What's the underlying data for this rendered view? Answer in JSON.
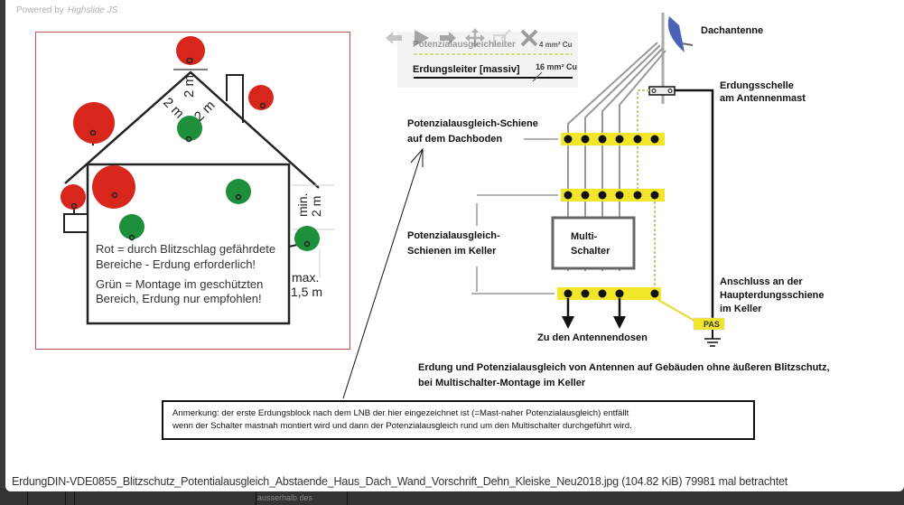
{
  "viewer": {
    "powered_by_prefix": "Powered by",
    "powered_by_brand": "Highslide JS",
    "controls": [
      {
        "name": "previous",
        "icon": "arrow-left-icon"
      },
      {
        "name": "play",
        "icon": "play-icon"
      },
      {
        "name": "next",
        "icon": "arrow-right-icon"
      },
      {
        "name": "move",
        "icon": "move-icon"
      },
      {
        "name": "full-size",
        "icon": "expand-icon"
      },
      {
        "name": "close",
        "icon": "close-icon"
      }
    ],
    "caption": "ErdungDIN-VDE0855_Blitzschutz_Potentialausgleich_Abstaende_Haus_Dach_Wand_Vorschrift_Dehn_Kleiske_Neu2018.jpg (104.82 KiB) 79981 mal betrachtet",
    "background_text": "ausserhalb des"
  },
  "house_diagram": {
    "dist_ridge": "2 m",
    "dist_left_roof": "2 m",
    "dist_right_roof": "2 m",
    "min_label_1": "min.",
    "min_label_2": "2 m",
    "max_label_1": "max.",
    "max_label_2": "1,5 m",
    "legend_red_1": "Rot = durch Blitzschlag gefährdete",
    "legend_red_2": "Bereiche - Erdung erforderlich!",
    "legend_green_1": "Grün = Montage im geschützten",
    "legend_green_2": "Bereich, Erdung nur empfohlen!",
    "colors": {
      "red": "#d9261c",
      "green": "#1e8f3a",
      "frame": "#c0504d"
    }
  },
  "wiring_diagram": {
    "legend_potential": "Potenzialausgleichleiter",
    "legend_potential_size": "4 mm² Cu",
    "legend_ground": "Erdungsleiter [massiv]",
    "legend_ground_size": "16 mm² Cu",
    "antenna": "Dachantenne",
    "clamp_1": "Erdungsschelle",
    "clamp_2": "am Antennenmast",
    "rail_roof_1": "Potenzialausgleich-Schiene",
    "rail_roof_2": "auf dem Dachboden",
    "rail_cellar_1": "Potenzialausgleich-",
    "rail_cellar_2": "Schienen im Keller",
    "multiswitch_1": "Multi-",
    "multiswitch_2": "Schalter",
    "main_bar_1": "Anschluss an der",
    "main_bar_2": "Haupterdungsschiene",
    "main_bar_3": "im Keller",
    "pas": "PAS",
    "outlets": "Zu den Antennendosen",
    "title_1": "Erdung und Potenzialausgleich von Antennen auf Gebäuden ohne äußeren Blitzschutz,",
    "title_2": "bei Multischalter-Montage im Keller",
    "colors": {
      "rail": "#f2e62a",
      "pas_line": "#e8d830",
      "wire": "#999999"
    }
  },
  "note": {
    "line_1": "Anmerkung: der erste Erdungsblock nach dem LNB der hier eingezeichnet ist (=Mast-naher Potenzialausgleich) entfällt",
    "line_2": "wenn der Schalter mastnah montiert wird und dann der Potenzialausgleich rund um den Multischalter durchgeführt wird."
  }
}
